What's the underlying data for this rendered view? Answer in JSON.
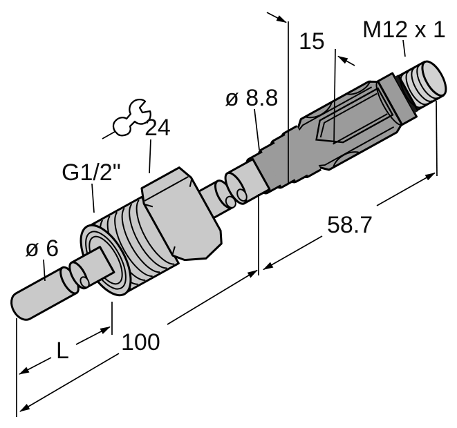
{
  "figure": {
    "kind": "exploded-isometric-technical-drawing",
    "colors": {
      "background": "#ffffff",
      "outline": "#000000",
      "light_gray": "#c9c9c9",
      "dark_gray": "#9b9b9b",
      "thread_gray": "#d2d2d2",
      "groove_dark": "#1a1a1a"
    },
    "labels": {
      "dim_insertion": "15",
      "connector_thread": "M12 x 1",
      "sleeve_diameter": "ø 8.8",
      "wrench_size": "24",
      "process_thread": "G1/2\"",
      "probe_diameter": "ø 6",
      "probe_length": "L",
      "total_length": "100",
      "body_length": "58.7"
    }
  }
}
